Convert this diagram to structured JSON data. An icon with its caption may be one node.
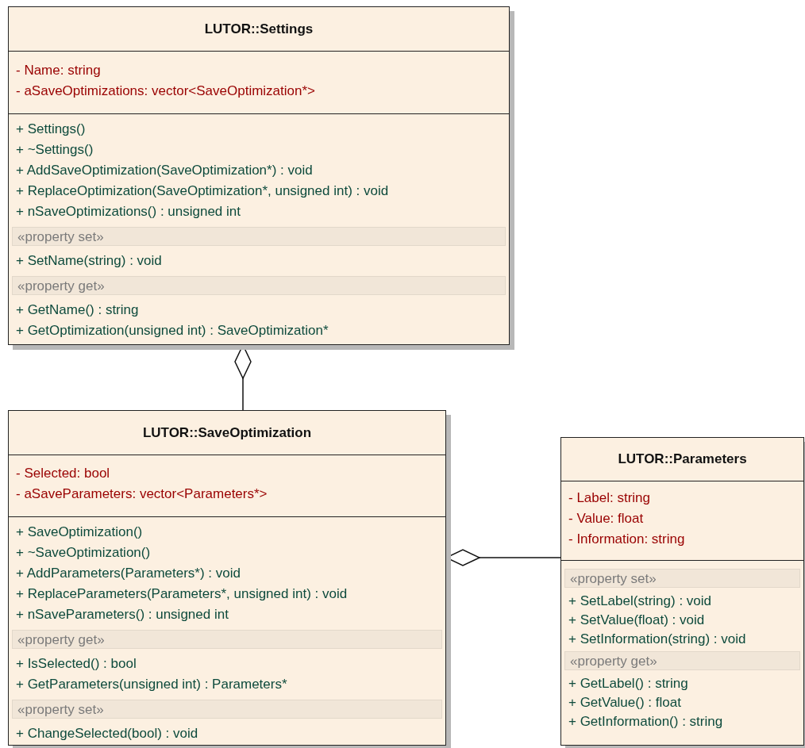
{
  "diagram": {
    "nodes": [
      {
        "text": [
          "LUTOR::Settings"
        ]
      },
      {
        "text": [
          "- Name: string",
          "- aSaveOptimizations: vector<SaveOptimization*>"
        ],
        "in": 0
      },
      {
        "text": [
          "+ Settings()",
          "+ ~Settings()",
          "+ AddSaveOptimization(SaveOptimization*) : void",
          "+ ReplaceOptimization(SaveOptimization*, unsigned int) : void",
          "+ nSaveOptimizations() : unsigned int",
          "+ SetName(string) : void",
          "+ GetName() : string",
          "+ GetOptimization(unsigned int) : SaveOptimization*"
        ],
        "in": 0
      },
      {
        "text": [
          "«property set»"
        ],
        "in": 2
      },
      {
        "text": [
          "«property get»"
        ],
        "in": 2
      },
      {
        "text": [
          "LUTOR::SaveOptimization"
        ]
      },
      {
        "text": [
          "- Selected: bool",
          "- aSaveParameters: vector<Parameters*>"
        ],
        "in": 5
      },
      {
        "text": [
          "+ SaveOptimization()",
          "+ ~SaveOptimization()",
          "+ AddParameters(Parameters*) : void",
          "+ ReplaceParameters(Parameters*, unsigned int) : void",
          "+ nSaveParameters() : unsigned int",
          "+ IsSelected() : bool",
          "+ GetParameters(unsigned int) : Parameters*",
          "+ ChangeSelected(bool) : void"
        ],
        "in": 5
      },
      {
        "text": [
          "«property get»"
        ],
        "in": 7
      },
      {
        "text": [
          "«property set»"
        ],
        "in": 7
      },
      {
        "text": [
          "LUTOR::Parameters"
        ]
      },
      {
        "text": [
          "- Label: string",
          "- Value: float",
          "- Information: string"
        ],
        "in": 10
      },
      {
        "text": [
          "+ SetLabel(string) : void",
          "+ SetValue(float) : void",
          "+ SetInformation(string) : void",
          "+ GetLabel() : string",
          "+ GetValue() : float",
          "+ GetInformation() : string"
        ],
        "in": 10
      },
      {
        "text": [
          "«property set»"
        ],
        "in": 12
      },
      {
        "text": [
          "«property get»"
        ],
        "in": 12
      }
    ],
    "edges": [
      {
        "from": 5,
        "to": 0,
        "arrow": "other"
      },
      {
        "from": 10,
        "to": 5,
        "arrow": "other"
      }
    ]
  }
}
